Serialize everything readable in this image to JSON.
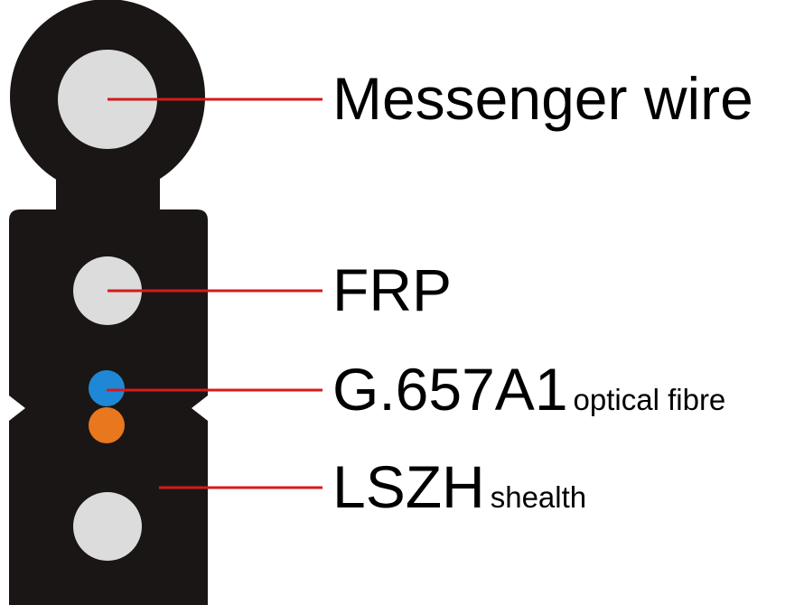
{
  "labels": {
    "messenger": {
      "main": "Messenger wire"
    },
    "frp": {
      "main": "FRP"
    },
    "fibre": {
      "main": "G.657A1",
      "sub": "optical fibre"
    },
    "sheath": {
      "main": "LSZH",
      "sub": "shealth"
    }
  },
  "colors": {
    "sheath": "#1a1616",
    "element": "#dcdcdc",
    "fibre_blue": "#1e88d6",
    "fibre_orange": "#e8771e",
    "leader": "#d61a1a",
    "text": "#000000",
    "background": "#ffffff"
  }
}
